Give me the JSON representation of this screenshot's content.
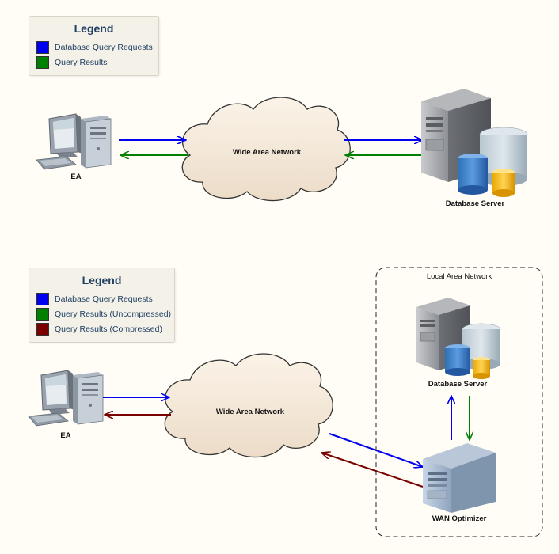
{
  "colors": {
    "query_requests": "#0000ee",
    "query_results": "#008000",
    "compressed_results": "#7a0000"
  },
  "diagram1": {
    "legend": {
      "title": "Legend",
      "items": [
        {
          "label": "Database Query Requests",
          "color": "#0000ee"
        },
        {
          "label": "Query Results",
          "color": "#008000"
        }
      ]
    },
    "client_label": "EA",
    "network_label": "Wide Area Network",
    "server_label": "Database Server"
  },
  "diagram2": {
    "legend": {
      "title": "Legend",
      "items": [
        {
          "label": "Database Query Requests",
          "color": "#0000ee"
        },
        {
          "label": "Query Results (Uncompressed)",
          "color": "#008000"
        },
        {
          "label": "Query Results (Compressed)",
          "color": "#7a0000"
        }
      ]
    },
    "client_label": "EA",
    "network_label": "Wide Area Network",
    "lan_label": "Local Area Network",
    "server_label": "Database Server",
    "optimizer_label": "WAN Optimizer"
  }
}
